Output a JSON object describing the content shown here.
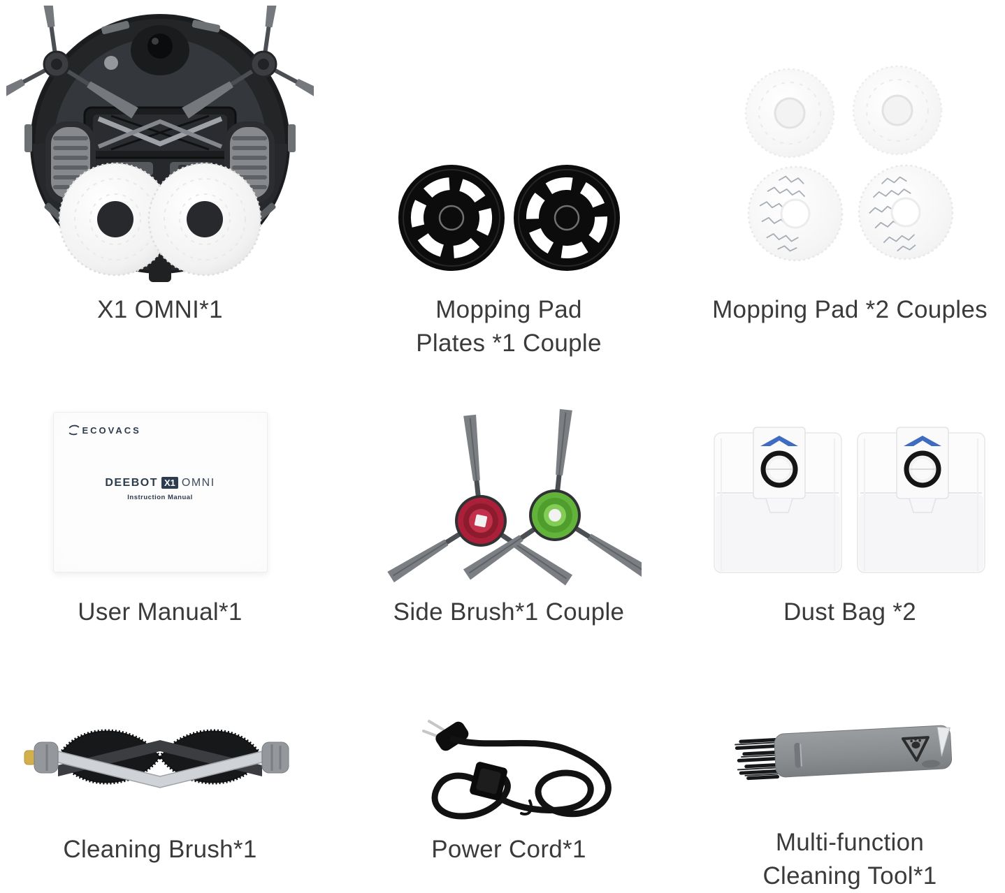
{
  "image": {
    "type": "product-accessories-grid",
    "background": "#ffffff",
    "caption_color": "#3a3a3a"
  },
  "items": [
    {
      "name": "robot-vacuum",
      "caption": [
        "X1 OMNI*1"
      ]
    },
    {
      "name": "mopping-pad-plates",
      "caption": [
        "Mopping Pad",
        "Plates *1 Couple"
      ]
    },
    {
      "name": "mopping-pads",
      "caption": [
        "Mopping Pad *2 Couples"
      ]
    },
    {
      "name": "user-manual",
      "caption": [
        "User Manual*1"
      ],
      "manual": {
        "brand": "ECOVACS",
        "model_prefix": "DEEBOT",
        "model_badge": "X1",
        "model_suffix": "OMNI",
        "subtitle": "Instruction Manual"
      }
    },
    {
      "name": "side-brushes",
      "caption": [
        "Side Brush*1 Couple"
      ]
    },
    {
      "name": "dust-bags",
      "caption": [
        "Dust Bag *2"
      ]
    },
    {
      "name": "cleaning-brush",
      "caption": [
        "Cleaning Brush*1"
      ]
    },
    {
      "name": "power-cord",
      "caption": [
        "Power Cord*1"
      ]
    },
    {
      "name": "cleaning-tool",
      "caption": [
        "Multi-function",
        "Cleaning Tool*1"
      ]
    }
  ],
  "colors": {
    "accent_red": "#ab2038",
    "accent_green": "#61b33a",
    "accent_blue": "#3f6bc0",
    "brand_navy": "#2c3b4d"
  }
}
